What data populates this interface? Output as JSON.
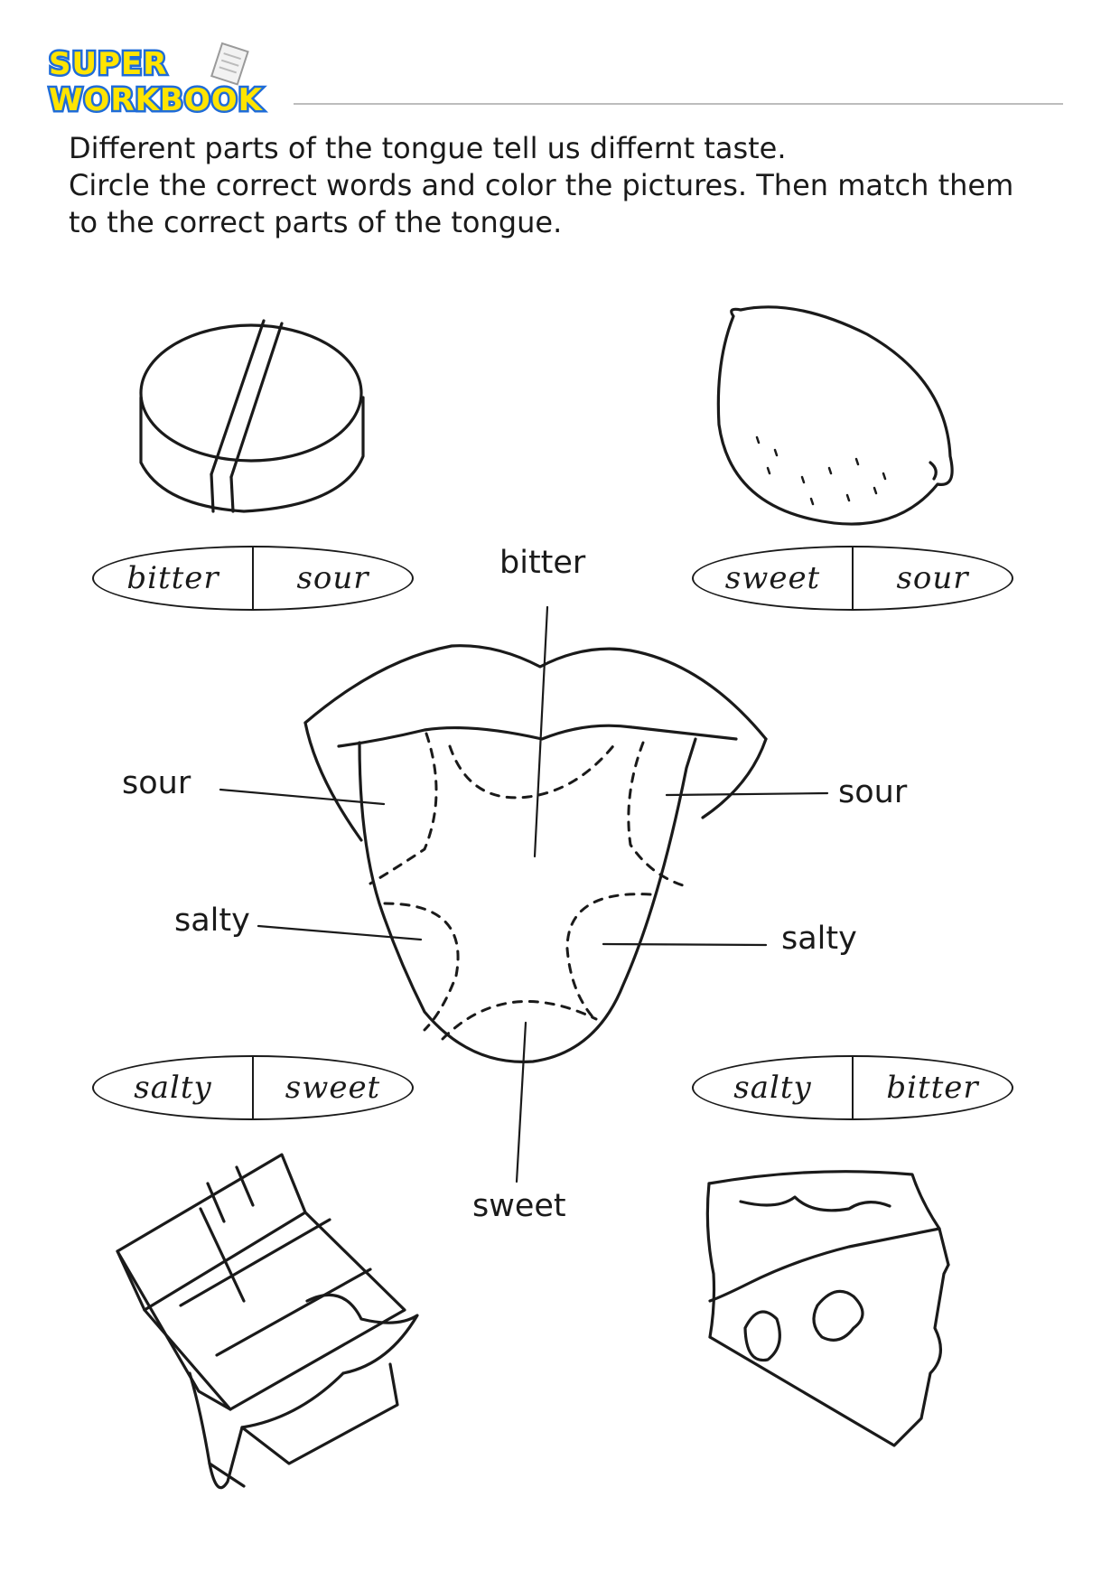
{
  "brand": {
    "line1": "SUPER",
    "line2": "WORKBOOK",
    "fill_color": "#ffe400",
    "outline_color": "#1f6cd8"
  },
  "instructions": [
    "Different parts of the tongue tell us differnt taste.",
    "Circle the correct words and color the pictures. Then match them",
    "to the correct parts of the tongue."
  ],
  "choices": {
    "pill": {
      "picture": "pill-icon",
      "options": [
        "bitter",
        "sour"
      ]
    },
    "lemon": {
      "picture": "lemon-icon",
      "options": [
        "sweet",
        "sour"
      ]
    },
    "chocolate": {
      "picture": "chocolate-icon",
      "options": [
        "salty",
        "sweet"
      ]
    },
    "cheese": {
      "picture": "cheese-icon",
      "options": [
        "salty",
        "bitter"
      ]
    }
  },
  "tongue_labels": {
    "top": "bitter",
    "left_upper": "sour",
    "right_upper": "sour",
    "left_lower": "salty",
    "right_lower": "salty",
    "bottom": "sweet"
  }
}
